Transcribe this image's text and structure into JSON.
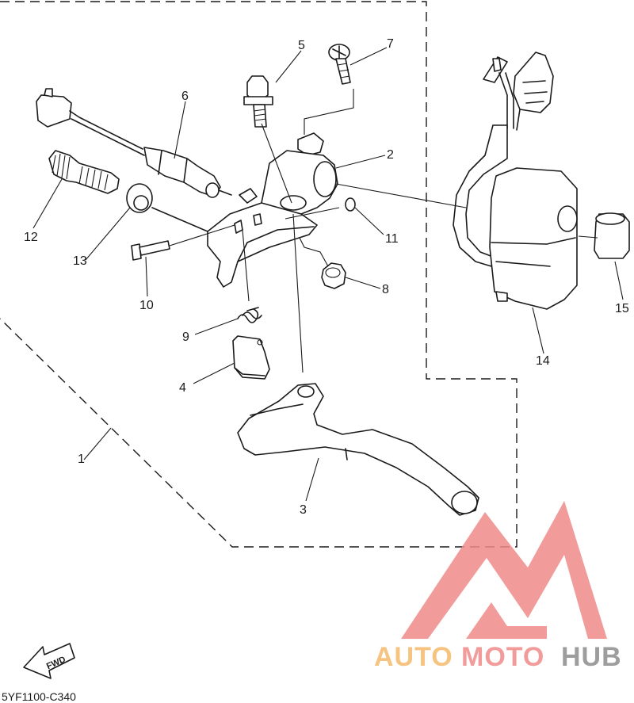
{
  "diagram": {
    "drawing_code": "5YF1100-C340",
    "fwd_label": "FWD",
    "callouts": [
      {
        "id": "c1",
        "label": "1"
      },
      {
        "id": "c2",
        "label": "2"
      },
      {
        "id": "c3",
        "label": "3"
      },
      {
        "id": "c4",
        "label": "4"
      },
      {
        "id": "c5",
        "label": "5"
      },
      {
        "id": "c6",
        "label": "6"
      },
      {
        "id": "c7",
        "label": "7"
      },
      {
        "id": "c8",
        "label": "8"
      },
      {
        "id": "c9",
        "label": "9"
      },
      {
        "id": "c10",
        "label": "10"
      },
      {
        "id": "c11",
        "label": "11"
      },
      {
        "id": "c12",
        "label": "12"
      },
      {
        "id": "c13",
        "label": "13"
      },
      {
        "id": "c14",
        "label": "14"
      },
      {
        "id": "c15",
        "label": "15"
      }
    ]
  },
  "watermark": {
    "word_part1": "AUTO",
    "word_part2": "MOTO",
    "word_part3": "HUB",
    "color_red": "#f08a8a",
    "color_orange": "#f5b96a",
    "color_gray": "#8c8c8c"
  }
}
